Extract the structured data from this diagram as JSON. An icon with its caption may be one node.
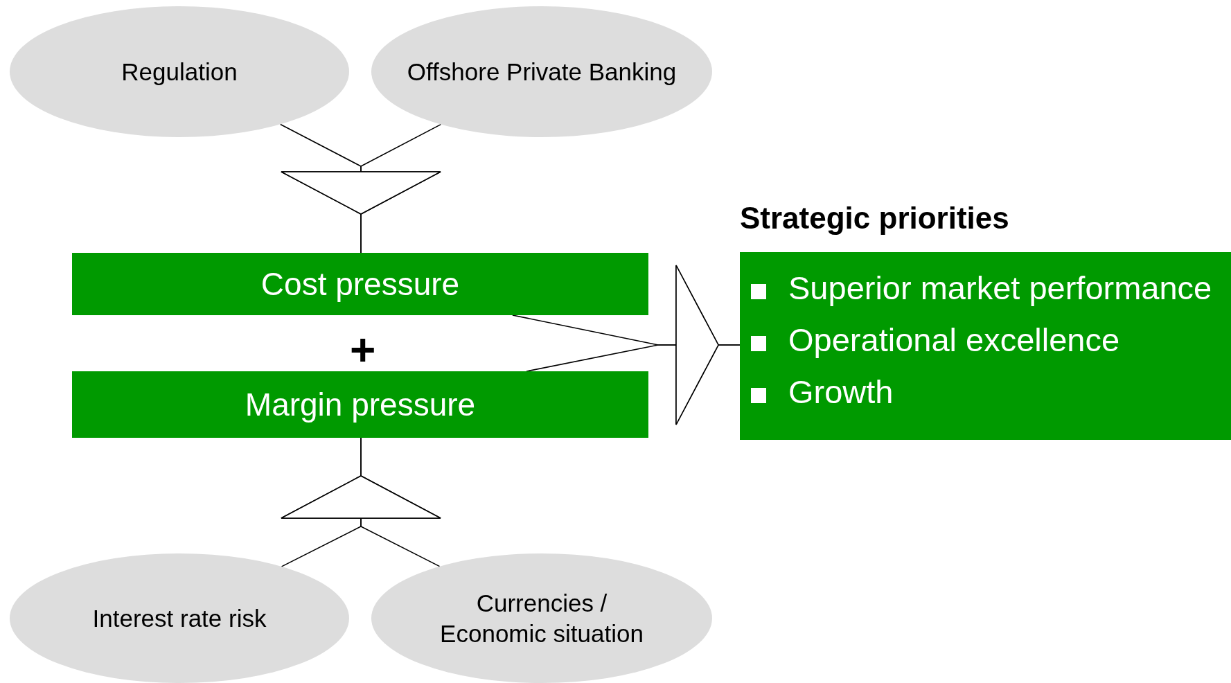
{
  "diagram": {
    "nodes": [
      {
        "text": [
          "Regulation"
        ]
      },
      {
        "text": [
          "Offshore Private Banking"
        ]
      },
      {
        "text": [
          "Cost pressure"
        ]
      },
      {
        "text": [
          "Margin pressure"
        ]
      },
      {
        "text": [
          "Interest rate risk"
        ]
      },
      {
        "text": [
          "Currencies / Economic situation"
        ]
      },
      {
        "text": [
          "Strategic priorities",
          "Superior market performance",
          "Operational excellence",
          "Growth"
        ]
      }
    ],
    "edges": [
      {
        "from": 0,
        "to": 2,
        "arrow": "to"
      },
      {
        "from": 1,
        "to": 2,
        "arrow": "to"
      },
      {
        "from": 4,
        "to": 3,
        "arrow": "to"
      },
      {
        "from": 5,
        "to": 3,
        "arrow": "to"
      },
      {
        "from": 2,
        "to": 6,
        "arrow": "to"
      },
      {
        "from": 3,
        "to": 6,
        "arrow": "to"
      }
    ],
    "labels": [
      "+"
    ]
  }
}
